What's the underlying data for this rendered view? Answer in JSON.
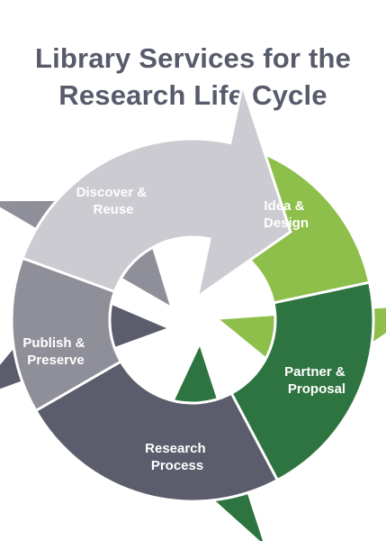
{
  "title": {
    "line1": "Library Services for the",
    "line2": "Research Life Cycle"
  },
  "stages": [
    {
      "line1": "Idea &",
      "line2": "Design",
      "color": "#8ebf4b"
    },
    {
      "line1": "Partner &",
      "line2": "Proposal",
      "color": "#2e7440"
    },
    {
      "line1": "Research",
      "line2": "Process",
      "color": "#5b5c6c"
    },
    {
      "line1": "Publish &",
      "line2": "Preserve",
      "color": "#8f8f9a"
    },
    {
      "line1": "Discover &",
      "line2": "Reuse",
      "color": "#cbcbd1"
    }
  ]
}
